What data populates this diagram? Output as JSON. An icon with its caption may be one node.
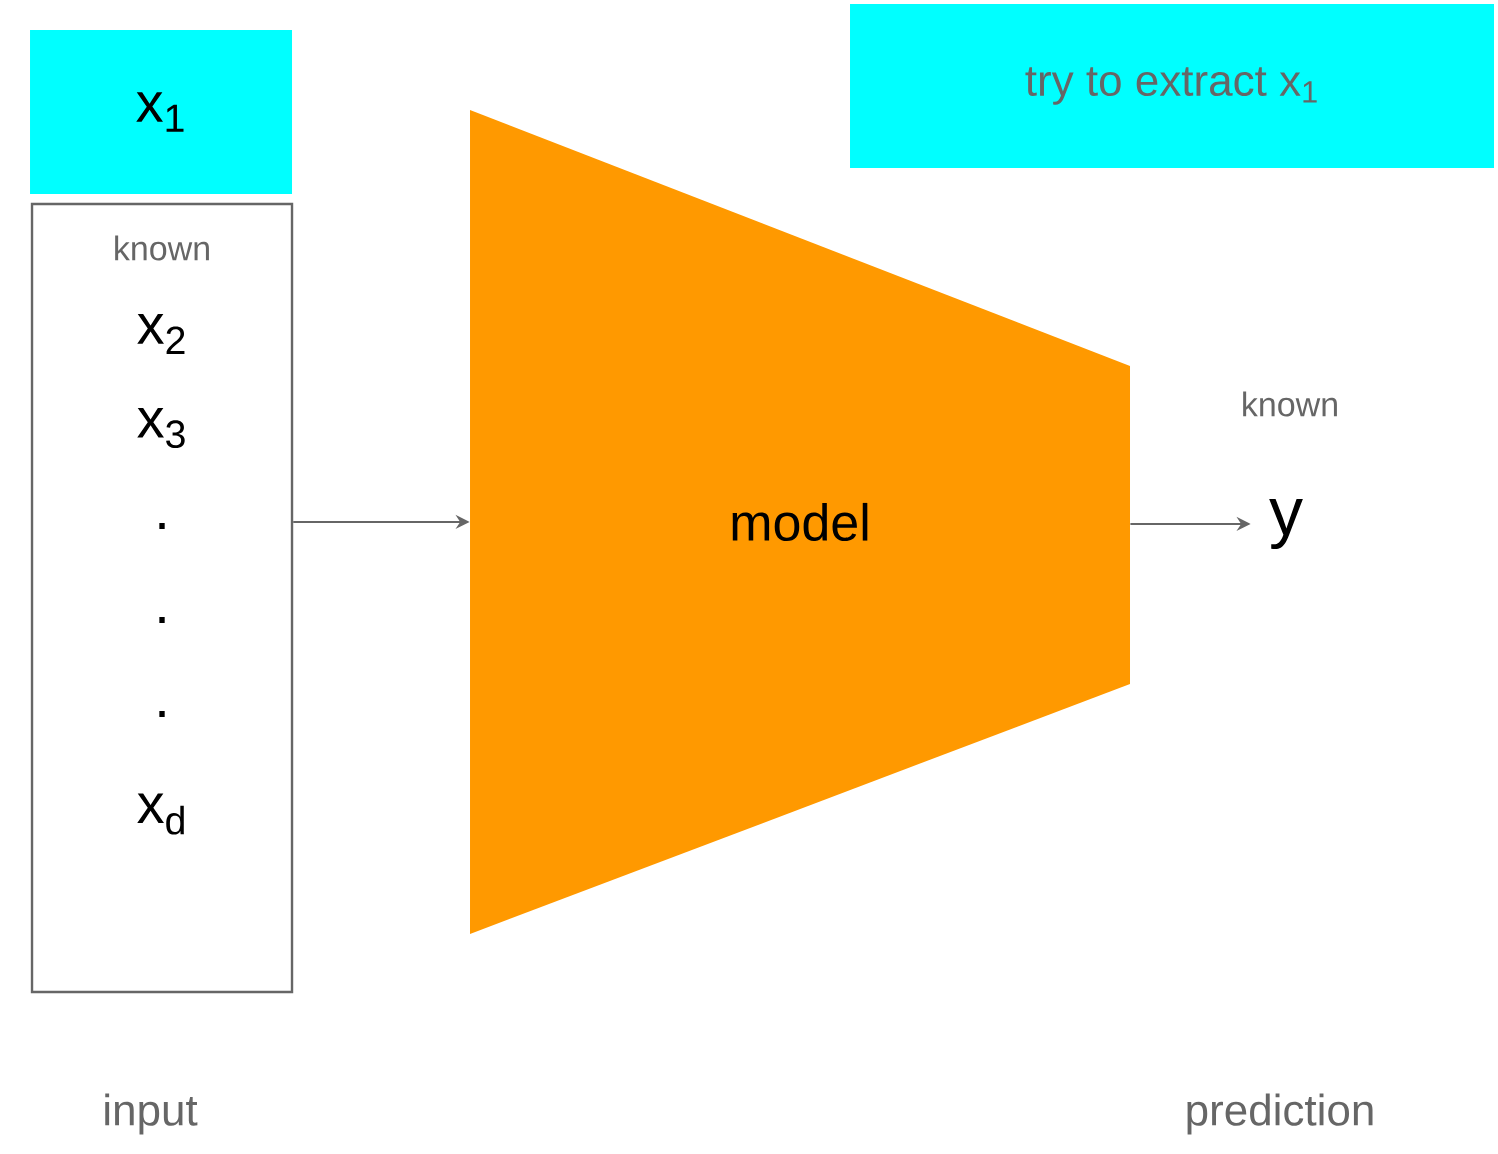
{
  "diagram": {
    "nodes": [
      {
        "text": [
          "x$_{1}$"
        ]
      },
      {
        "text": [
          "known",
          "x$_{2}$",
          "x$_{3}$",
          ".",
          ".",
          ".",
          "x$_{d}$"
        ]
      },
      {
        "text": [
          "model"
        ]
      },
      {
        "text": [
          "y"
        ],
        "beside": [
          "known"
        ]
      },
      {
        "text": [
          "try to extract x$_{1}$"
        ]
      }
    ],
    "edges": [
      {
        "from": 1,
        "to": 2,
        "arrow": "to"
      },
      {
        "from": 2,
        "to": 3,
        "arrow": "to"
      }
    ],
    "labels": [
      "input",
      "prediction"
    ]
  }
}
